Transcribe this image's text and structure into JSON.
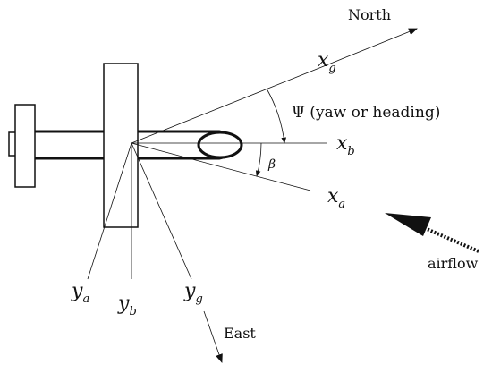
{
  "labels": {
    "north": "North",
    "east": "East",
    "airflow": "airflow",
    "psi": "Ψ (yaw or heading)",
    "beta": "β"
  },
  "axes": {
    "xg": {
      "main": "x",
      "sub": "g"
    },
    "xb": {
      "main": "x",
      "sub": "b"
    },
    "xa": {
      "main": "x",
      "sub": "a"
    },
    "ya": {
      "main": "y",
      "sub": "a"
    },
    "yb": {
      "main": "y",
      "sub": "b"
    },
    "yg": {
      "main": "y",
      "sub": "g"
    }
  },
  "colors": {
    "ink": "#111111",
    "paper": "#ffffff"
  }
}
